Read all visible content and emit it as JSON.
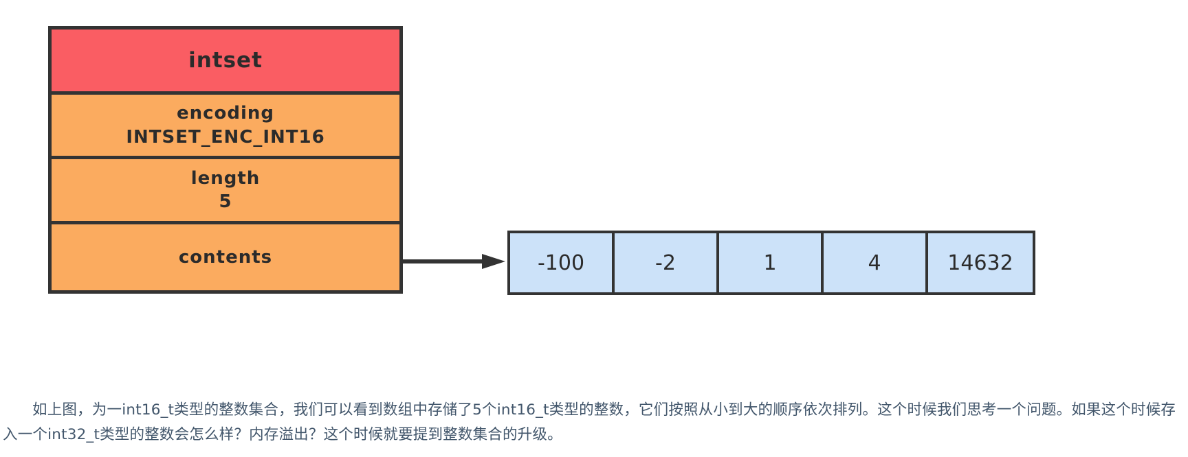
{
  "diagram": {
    "struct": {
      "title": "intset",
      "title_color": "#fa5d63",
      "field_color": "#fbab5f",
      "border_color": "#333333",
      "fields": [
        {
          "name": "encoding",
          "value": "INTSET_ENC_INT16"
        },
        {
          "name": "length",
          "value": "5"
        },
        {
          "name": "contents",
          "value": ""
        }
      ]
    },
    "pointer": {
      "icon": "arrow-right-icon",
      "from": "contents",
      "to": "contents-array"
    },
    "contents_array": {
      "cell_color": "#cce2f9",
      "border_color": "#333333",
      "values": [
        "-100",
        "-2",
        "1",
        "4",
        "14632"
      ]
    }
  },
  "caption": {
    "text": "如上图，为一int16_t类型的整数集合，我们可以看到数组中存储了5个int16_t类型的整数，它们按照从小到大的顺序依次排列。这个时候我们思考一个问题。如果这个时候存入一个int32_t类型的整数会怎么样？内存溢出？这个时候就要提到整数集合的升级。",
    "color": "#42566b"
  }
}
